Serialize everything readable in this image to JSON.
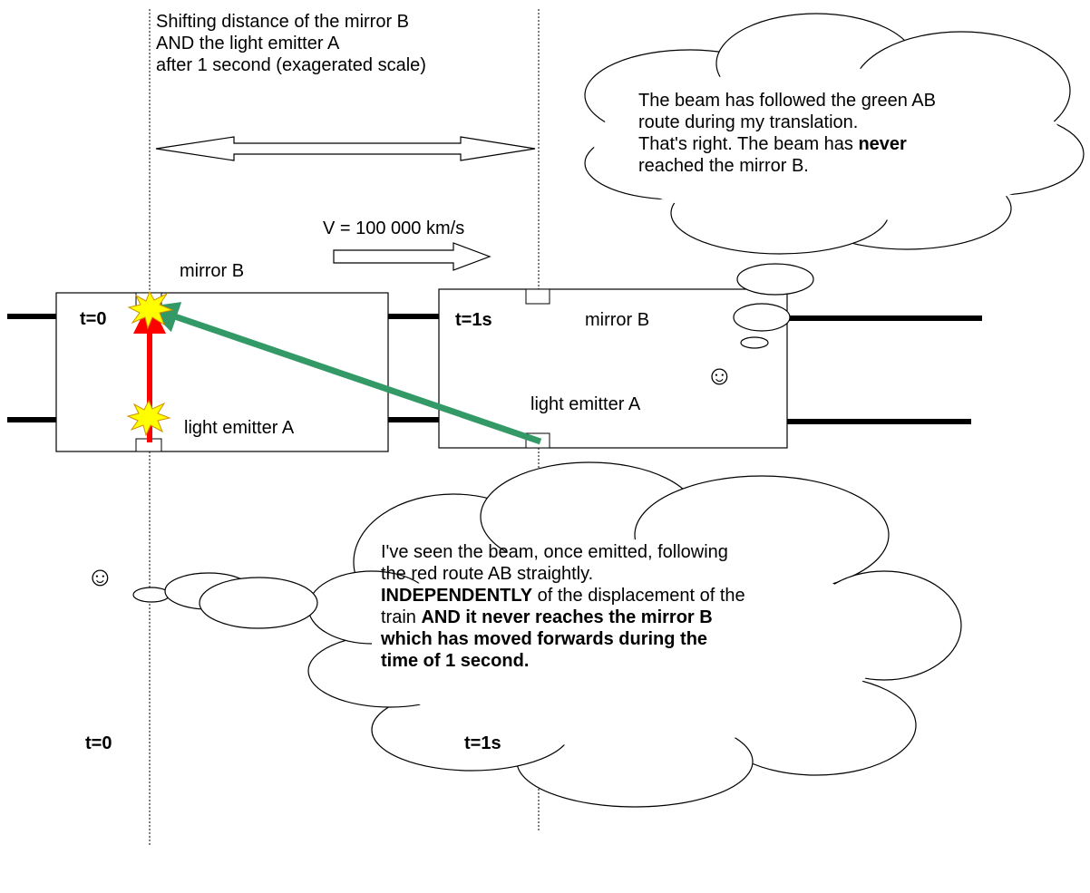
{
  "shift_caption": [
    "Shifting distance of the mirror B",
    "AND the light emitter A",
    "after 1 second (exagerated scale)"
  ],
  "velocity_label": "V = 100 000 km/s",
  "train_left": {
    "time_label": "t=0",
    "mirror_label": "mirror B",
    "emitter_label": "light emitter A"
  },
  "train_right": {
    "time_label": "t=1s",
    "mirror_label": "mirror B",
    "emitter_label": "light emitter A"
  },
  "bottom_labels": {
    "left": "t=0",
    "right": "t=1s"
  },
  "thought_passenger": {
    "line1": "The beam has followed the green AB",
    "line2": "route during my translation.",
    "line3_prefix": "That's right. The beam has ",
    "line3_bold": "never",
    "line4": "reached the mirror B."
  },
  "thought_observer": {
    "line1": "I've seen the beam, once emitted, following",
    "line2": "the red route AB straightly.",
    "line3_bold": "INDEPENDENTLY",
    "line3_rest": " of the displacement of the",
    "line4_prefix": "train ",
    "line4_bold": "AND it never reaches the mirror B",
    "line5": "which has moved forwards during the",
    "line6": "time of 1 second."
  },
  "colors": {
    "red_route": "#ff0000",
    "green_route": "#339966",
    "flash_fill": "#ffff00",
    "flash_stroke": "#e0a000"
  },
  "icons": {
    "smiley": "☺"
  }
}
